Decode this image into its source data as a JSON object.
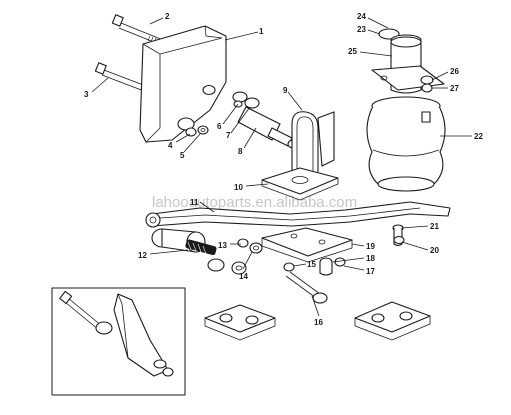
{
  "watermark": "lahooautoparts.en.alibaba.com",
  "callouts": {
    "c1": "1",
    "c2": "2",
    "c3": "3",
    "c4": "4",
    "c5": "5",
    "c6": "6",
    "c7": "7",
    "c8": "8",
    "c9": "9",
    "c10": "10",
    "c11": "11",
    "c12": "12",
    "c13": "13",
    "c14": "14",
    "c15": "15",
    "c16": "16",
    "c17": "17",
    "c18": "18",
    "c19": "19",
    "c20": "20",
    "c21": "21",
    "c22": "22",
    "c23": "23",
    "c24": "24",
    "c25": "25",
    "c26": "26",
    "c27": "27"
  },
  "colors": {
    "line": "#1a1a1a",
    "watermark": "#c6c6c6",
    "background": "#ffffff"
  }
}
